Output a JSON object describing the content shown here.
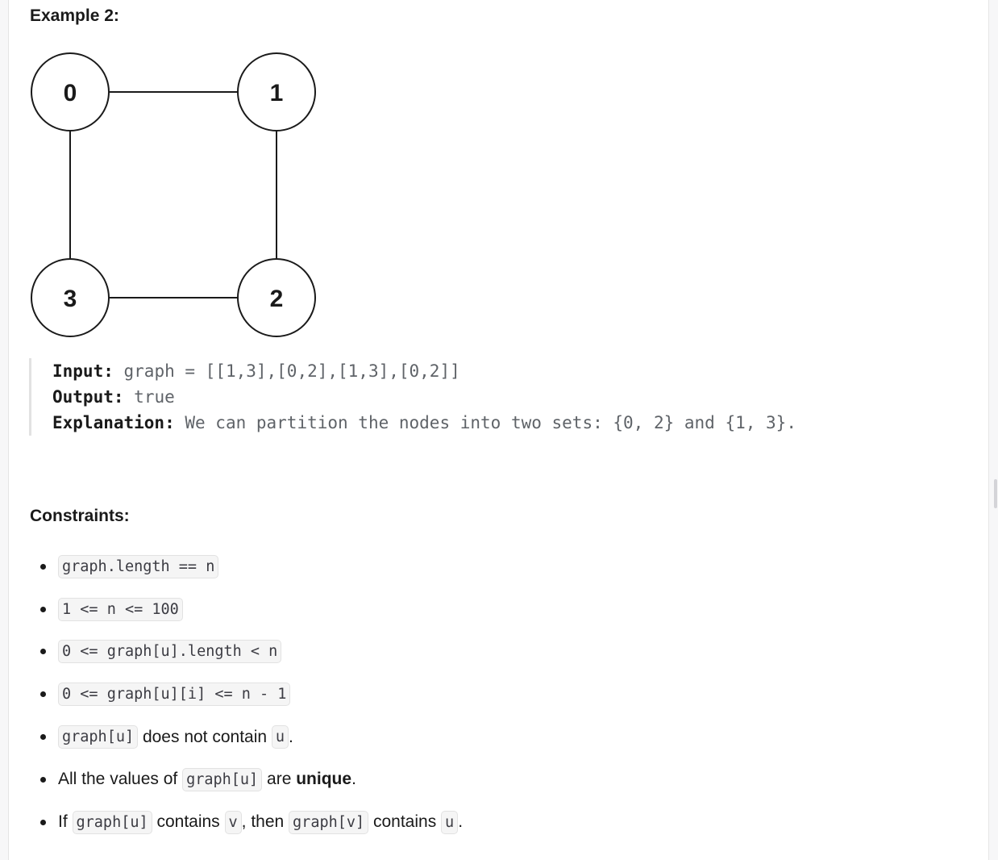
{
  "example": {
    "heading": "Example 2:",
    "nodes": [
      {
        "label": "0"
      },
      {
        "label": "1"
      },
      {
        "label": "2"
      },
      {
        "label": "3"
      }
    ],
    "input_label": "Input:",
    "input_value": "graph = [[1,3],[0,2],[1,3],[0,2]]",
    "output_label": "Output:",
    "output_value": "true",
    "explanation_label": "Explanation:",
    "explanation_value": "We can partition the nodes into two sets: {0, 2} and {1, 3}."
  },
  "constraints": {
    "heading": "Constraints:",
    "items": [
      {
        "code": "graph.length == n"
      },
      {
        "code": "1 <= n <= 100"
      },
      {
        "code": "0 <= graph[u].length < n"
      },
      {
        "code": "0 <= graph[u][i] <= n - 1"
      },
      {
        "code1": "graph[u]",
        "text1": " does not contain ",
        "code2": "u",
        "text2": "."
      },
      {
        "text1": "All the values of ",
        "code1": "graph[u]",
        "text2": " are ",
        "bold": "unique",
        "text3": "."
      },
      {
        "text1": "If ",
        "code1": "graph[u]",
        "text2": " contains ",
        "code2": "v",
        "text3": ", then ",
        "code3": "graph[v]",
        "text4": " contains ",
        "code4": "u",
        "text5": "."
      }
    ]
  }
}
